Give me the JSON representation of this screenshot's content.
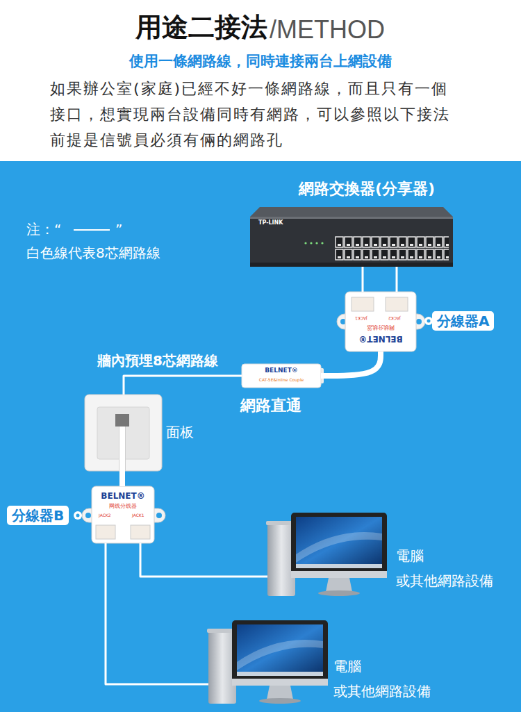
{
  "diagram": {
    "title": "用途二接法",
    "nodes": [
      {
        "text": [
          "網路交換器(分享器)",
          "TP-LINK"
        ]
      },
      {
        "text": [
          "分線器A",
          "BELNET®",
          "网线分线器",
          "JACK2",
          "JACK1"
        ]
      },
      {
        "text": [
          "BELNET®",
          "CAT-5E&Inline Couple",
          "網路直通"
        ]
      },
      {
        "text": [
          "面板"
        ]
      },
      {
        "text": [
          "分線器B",
          "BELNET®",
          "网线分线器",
          "JACK2",
          "JACK1"
        ]
      },
      {
        "text": [
          "電腦 或其他網路設備"
        ]
      },
      {
        "text": [
          "電腦 或其他網路設備"
        ]
      }
    ],
    "edges": [
      {
        "from": 0,
        "to": 1,
        "arrow": "none"
      },
      {
        "from": 0,
        "to": 1,
        "arrow": "none"
      },
      {
        "from": 1,
        "to": 2,
        "arrow": "none"
      },
      {
        "from": 2,
        "to": 3,
        "label": "牆內預埋8芯網路線",
        "arrow": "none"
      },
      {
        "from": 3,
        "to": 4,
        "arrow": "none"
      },
      {
        "from": 4,
        "to": 5,
        "arrow": "none"
      },
      {
        "from": 4,
        "to": 6,
        "arrow": "none"
      }
    ],
    "labels": [
      "/METHOD",
      "使用一條網路線，同時連接兩台上網設備",
      "如果辦公室(家庭)已經不好一條網路線，而且只有一個",
      "接口，想實現兩台設備同時有網路，可以參照以下接法",
      "前提是信號員必須有倆的網路孔",
      "注：“",
      "”"
    ],
    "legend": [
      {
        "text": "白色線代表8芯網路線"
      }
    ]
  }
}
